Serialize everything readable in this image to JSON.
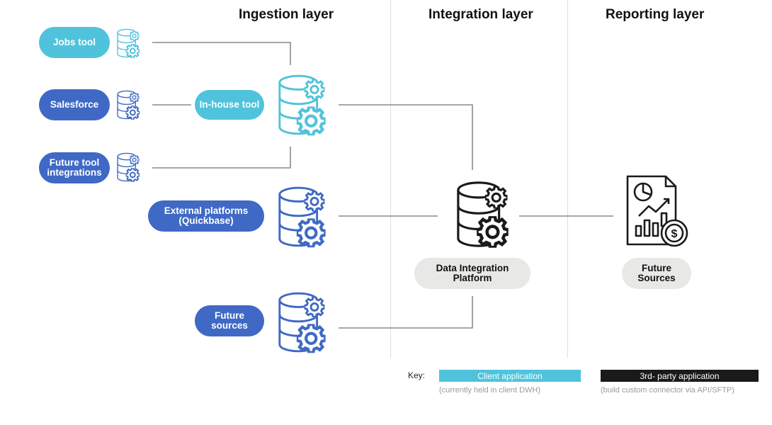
{
  "headers": {
    "ingestion": "Ingestion layer",
    "integration": "Integration layer",
    "reporting": "Reporting layer"
  },
  "nodes": {
    "jobs_tool": "Jobs tool",
    "salesforce": "Salesforce",
    "future_tool": "Future tool\nintegrations",
    "in_house": "In-house tool",
    "external": "External platforms\n(Quickbase)",
    "future_sources": "Future\nsources",
    "dip": "Data Integration\nPlatform",
    "reporting_future": "Future\nSources"
  },
  "icons": {
    "database": "database-gear-icon",
    "report": "financial-report-icon"
  },
  "key": {
    "label": "Key:",
    "client": "Client application",
    "client_note": "(currently held in client DWH)",
    "third": "3rd- party application",
    "third_note": "(build custom connector via API/SFTP)"
  },
  "colors": {
    "client": "#4fc3dc",
    "blue": "#3f69c4",
    "third_party": "#1a1a1a",
    "line": "#8a8a8a",
    "grey_pill": "#e8e8e6"
  }
}
